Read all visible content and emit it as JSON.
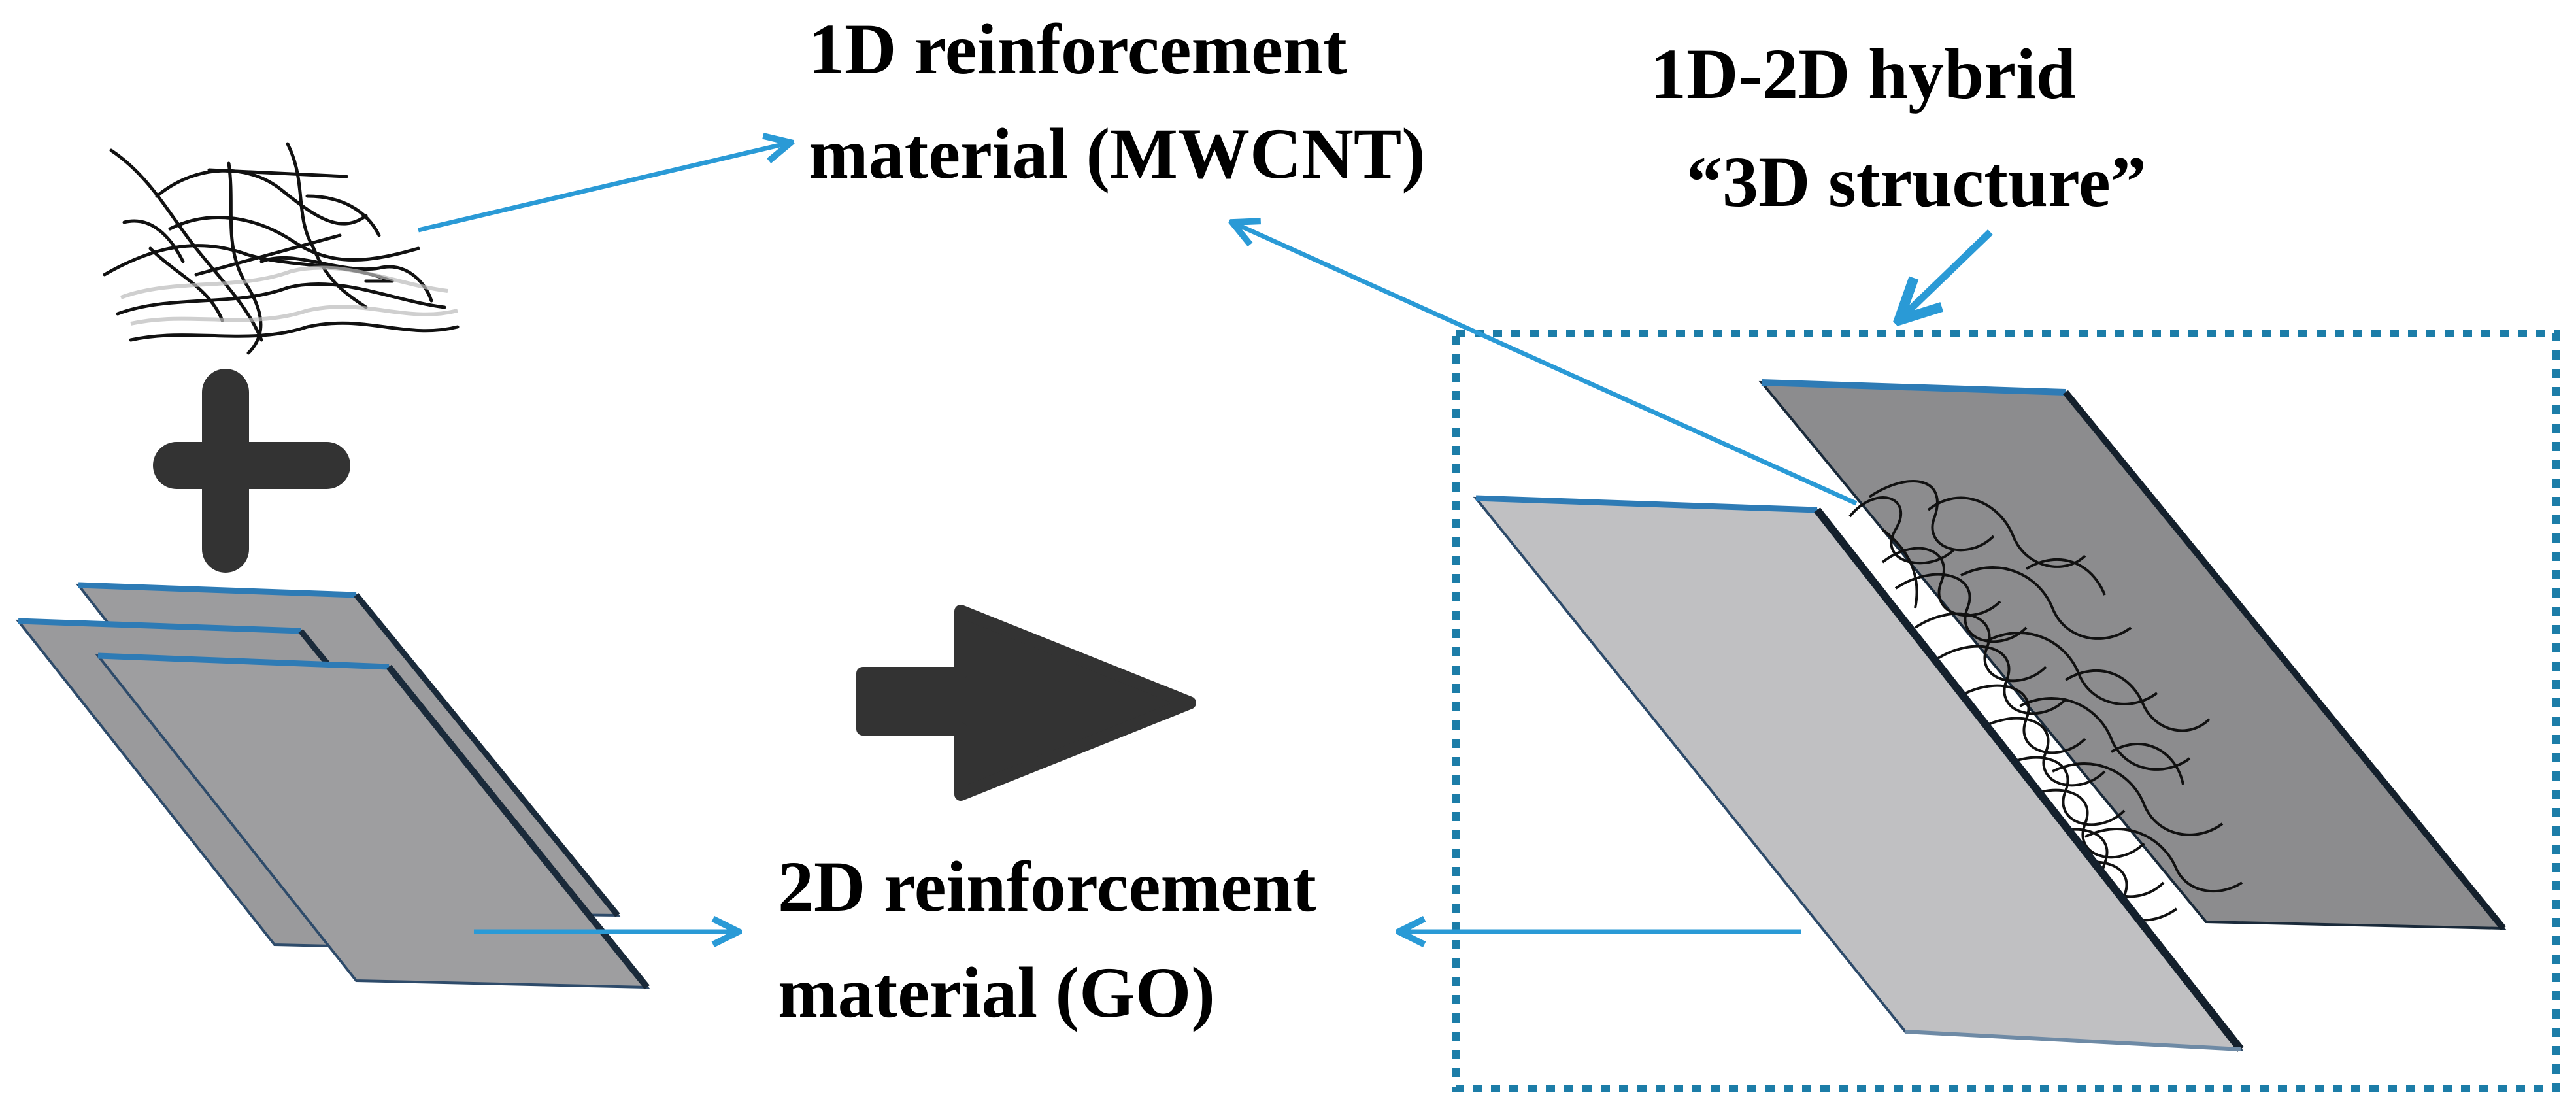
{
  "labels": {
    "mwcnt_line1": "1D reinforcement",
    "mwcnt_line2": "material (MWCNT)",
    "hybrid_line1": "1D-2D hybrid",
    "hybrid_line2": "“3D structure”",
    "go_line1": "2D reinforcement",
    "go_line2": "material (GO)"
  },
  "icons": {
    "plus": "plus-icon",
    "process_arrow": "right-arrow-icon"
  },
  "colors": {
    "arrow": "#2A9AD6",
    "dashed_box": "#1C7DA8",
    "sheet_dark": "#8C8C8E",
    "sheet_light": "#C0C0C2",
    "sheet_edge": "#2E7BB5",
    "symbol": "#333333",
    "tube": "#111111"
  }
}
